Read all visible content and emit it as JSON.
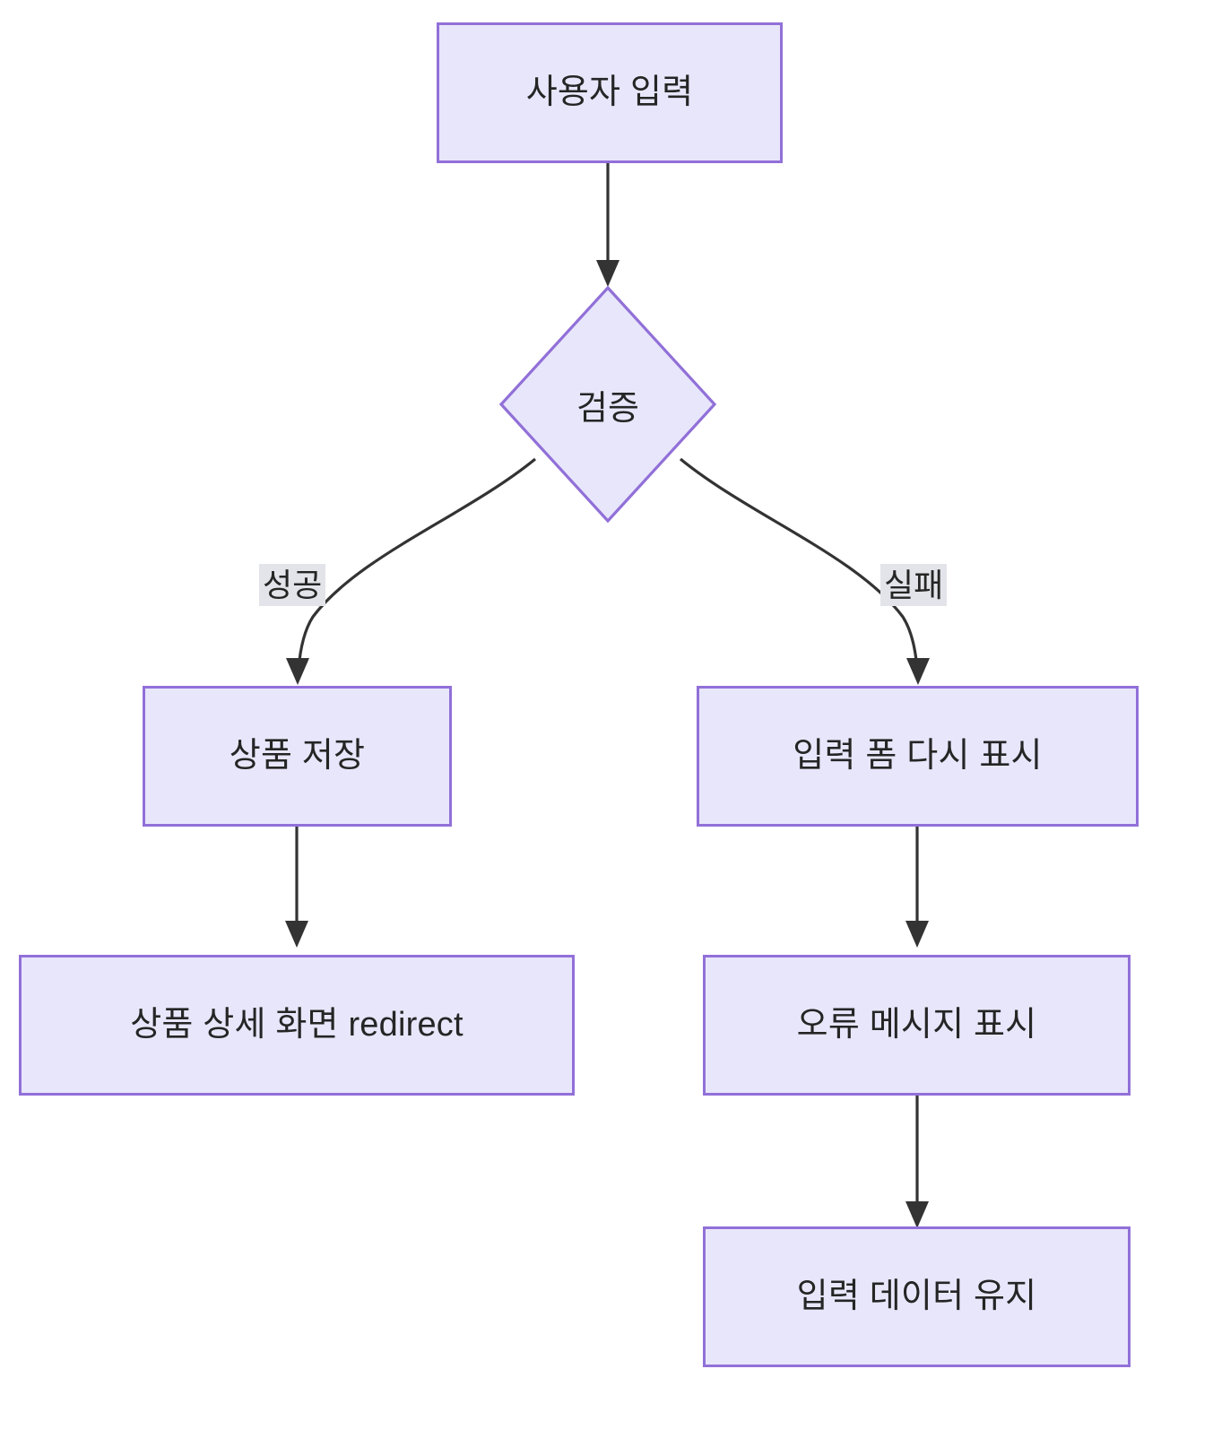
{
  "diagram": {
    "type": "flowchart",
    "direction": "top-down",
    "background_color": "#ffffff",
    "node_fill_color": "#e8e6fb",
    "node_border_color": "#9170d8",
    "node_text_color": "#252525",
    "edge_color": "#333333",
    "edge_label_background": "#e3e3ea",
    "nodes": [
      {
        "id": "user-input",
        "label": "사용자 입력",
        "shape": "rect"
      },
      {
        "id": "validation",
        "label": "검증",
        "shape": "diamond"
      },
      {
        "id": "save-product",
        "label": "상품 저장",
        "shape": "rect"
      },
      {
        "id": "redisplay-form",
        "label": "입력 폼 다시 표시",
        "shape": "rect"
      },
      {
        "id": "redirect-detail",
        "label": "상품 상세 화면 redirect",
        "shape": "rect"
      },
      {
        "id": "show-error",
        "label": "오류 메시지 표시",
        "shape": "rect"
      },
      {
        "id": "keep-input-data",
        "label": "입력 데이터 유지",
        "shape": "rect"
      }
    ],
    "edges": [
      {
        "from": "user-input",
        "to": "validation",
        "label": ""
      },
      {
        "from": "validation",
        "to": "save-product",
        "label": "성공"
      },
      {
        "from": "validation",
        "to": "redisplay-form",
        "label": "실패"
      },
      {
        "from": "save-product",
        "to": "redirect-detail",
        "label": ""
      },
      {
        "from": "redisplay-form",
        "to": "show-error",
        "label": ""
      },
      {
        "from": "show-error",
        "to": "keep-input-data",
        "label": ""
      }
    ]
  }
}
